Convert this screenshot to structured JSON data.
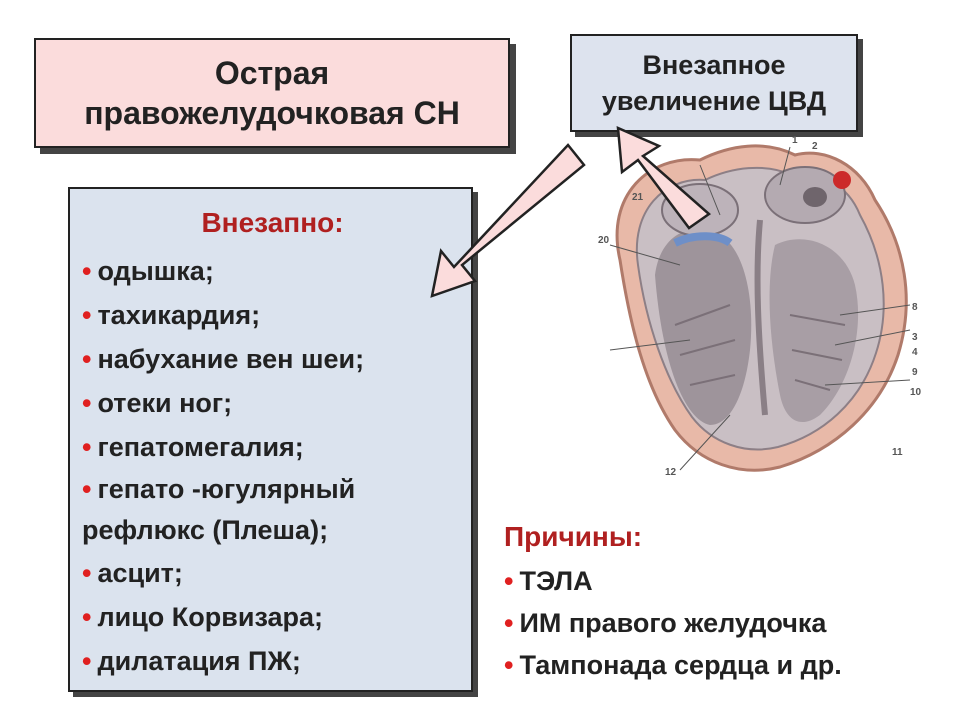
{
  "title": {
    "line1": "Острая",
    "line2": "правожелудочковая СН"
  },
  "cvp_box": {
    "line1": "Внезапное",
    "line2": "увеличение ЦВД"
  },
  "symptoms": {
    "heading": "Внезапно:",
    "bullet": "•",
    "items": [
      "одышка;",
      "тахикардия;",
      "набухание вен шеи;",
      "отеки ног;",
      "гепатомегалия;",
      "гепато -югулярный",
      "рефлюкс (Плеша);",
      "асцит;",
      "лицо Корвизара;",
      "дилатация ПЖ;"
    ]
  },
  "causes": {
    "heading": "Причины:",
    "bullet": "•",
    "items": [
      "ТЭЛА",
      "ИМ правого желудочка",
      "Тампонада сердца и др."
    ]
  },
  "colors": {
    "title_bg": "#fbdcdc",
    "box_bg": "#dbe3ee",
    "heading_red": "#b02020",
    "bullet_red": "#e02020",
    "arrow_fill": "#fbdcdc"
  },
  "image": {
    "heart_illustration": "anatomical-heart-cross-section",
    "label_numbers": [
      "1",
      "2",
      "3",
      "4",
      "8",
      "9",
      "10",
      "11",
      "12",
      "20",
      "21"
    ]
  }
}
